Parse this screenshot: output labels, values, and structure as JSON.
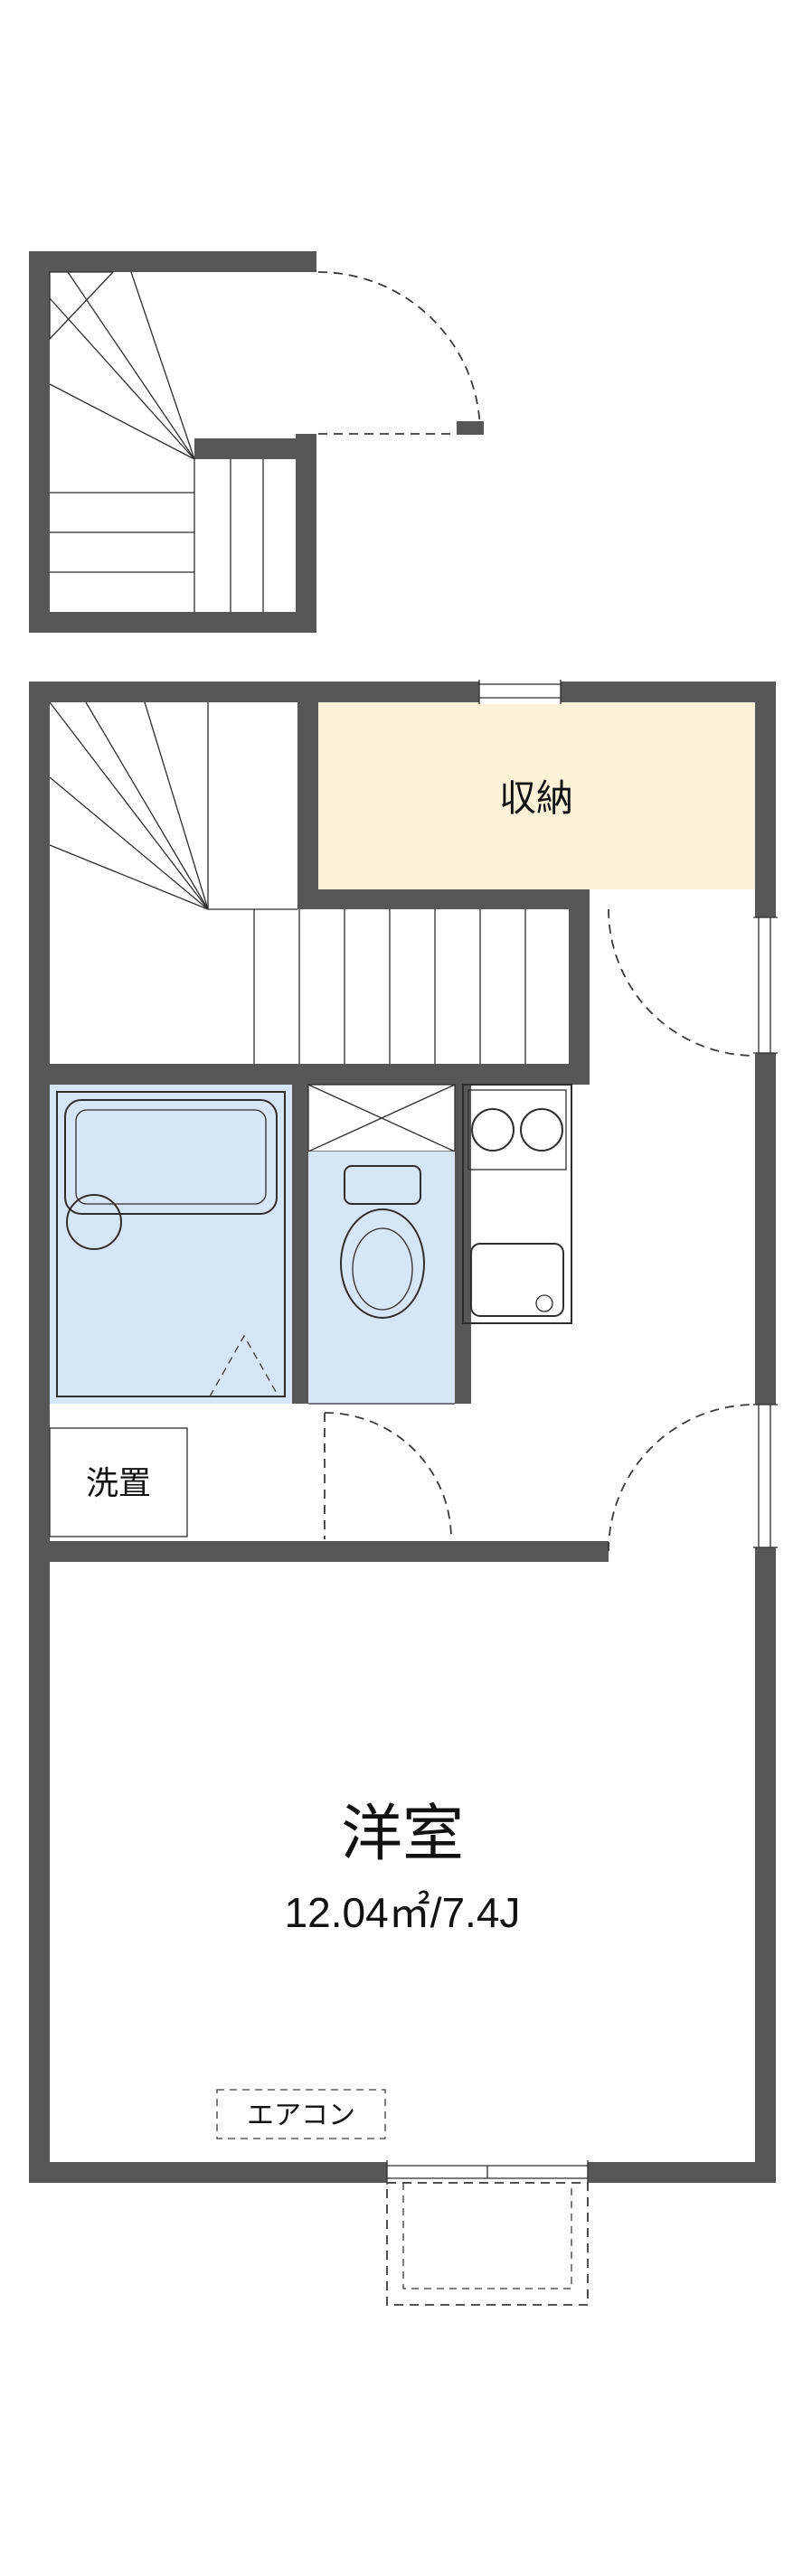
{
  "plan": {
    "closet": {
      "label": "収納"
    },
    "laundry": {
      "label": "洗置"
    },
    "living_room": {
      "label": "洋室",
      "area": "12.04㎡/7.4J"
    },
    "air_conditioner": {
      "label": "エアコン"
    }
  },
  "colors": {
    "wall": "#575757",
    "fixture": "#d6e6f7",
    "fixture_light": "#e4eefa",
    "closet": "#fbf2d8",
    "line": "#2e2e2e"
  }
}
